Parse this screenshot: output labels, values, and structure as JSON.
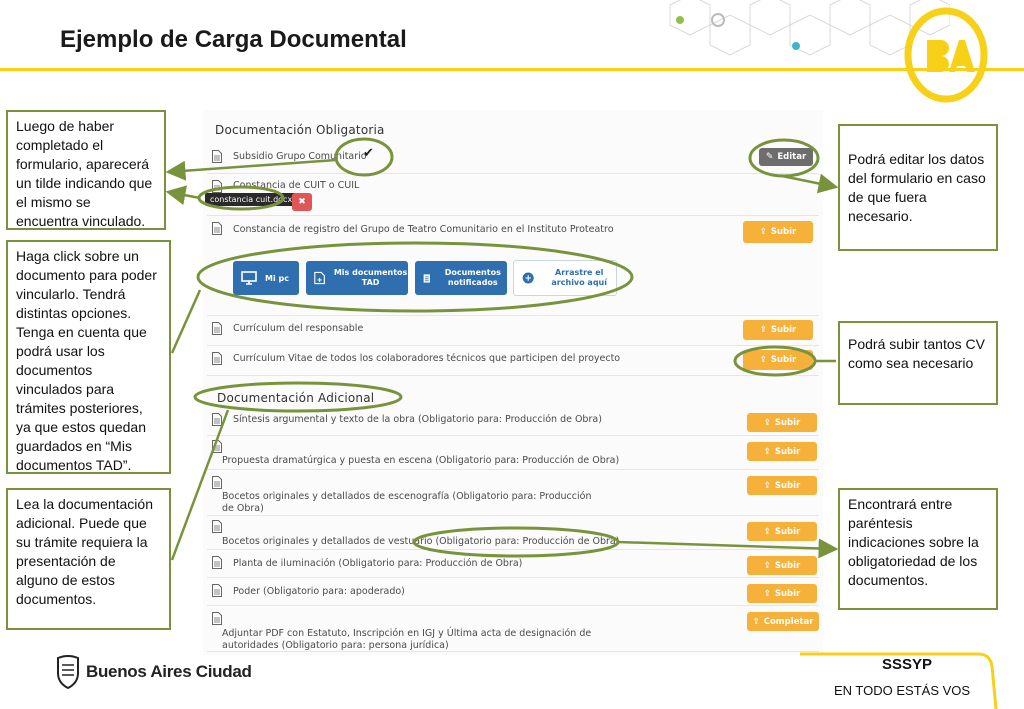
{
  "slide": {
    "title": "Ejemplo de Carga Documental"
  },
  "app": {
    "mandatory_title": "Documentación Obligatoria",
    "additional_title": "Documentación Adicional",
    "mandatory_docs": [
      {
        "label": "Subsidio Grupo Comunitario",
        "button": "Editar",
        "checked": "✔"
      },
      {
        "label": "Constancia de CUIT o CUIL",
        "attached_file": "constancia cuit.docx"
      },
      {
        "label": "Constancia de registro del Grupo de Teatro Comunitario en el Instituto Proteatro",
        "button": "Subir"
      },
      {
        "label": "Currículum del responsable",
        "button": "Subir"
      },
      {
        "label": "Currículum Vitae de todos los colaboradores técnicos que participen del proyecto",
        "button": "Subir"
      }
    ],
    "upload_options": [
      {
        "label": "Mi pc",
        "icon": "monitor-icon"
      },
      {
        "label": "Mis documentos TAD",
        "icon": "file-add-icon"
      },
      {
        "label": "Documentos notificados",
        "icon": "document-icon"
      },
      {
        "label": "Arrastre el archivo aquí",
        "icon": "plus-circle-icon"
      }
    ],
    "additional_docs": [
      {
        "label": "Síntesis argumental y texto de la obra (Obligatorio para: Producción de Obra)",
        "button": "Subir"
      },
      {
        "label": "Propuesta dramatúrgica y puesta en escena (Obligatorio para: Producción de Obra)",
        "button": "Subir"
      },
      {
        "label": "Bocetos originales y detallados de escenografía (Obligatorio para: Producción de Obra)",
        "button": "Subir"
      },
      {
        "label": "Bocetos originales y detallados de vestuario (Obligatorio para: Producción de Obra)",
        "button": "Subir"
      },
      {
        "label": "Planta de iluminación (Obligatorio para: Producción de Obra)",
        "button": "Subir"
      },
      {
        "label": "Poder (Obligatorio para: apoderado)",
        "button": "Subir"
      },
      {
        "label": "Adjuntar PDF con Estatuto, Inscripción en IGJ y Última acta de designación de autoridades (Obligatorio para: persona jurídica)",
        "button": "Completar"
      }
    ]
  },
  "callouts": {
    "tilde": "Luego de haber completado el formulario, aparecerá un tilde indicando que el mismo se encuentra vinculado.",
    "click_doc": "Haga click sobre un documento para poder vincularlo. Tendrá distintas opciones. Tenga en cuenta que podrá usar los documentos vinculados para trámites posteriores, ya que estos quedan guardados en “Mis documentos TAD”.",
    "additional": "Lea la documentación adicional. Puede que su trámite requiera  la presentación de alguno de estos documentos.",
    "edit": "Podrá editar los datos del formulario en caso de que fuera necesario.",
    "cv": "Podrá subir tantos CV como sea necesario",
    "parenthesis": "Encontrará entre paréntesis indicaciones sobre la obligatoriedad de los documentos."
  },
  "footer": {
    "logo_text": "Buenos Aires Ciudad",
    "org": "SSSYP",
    "tagline": "EN TODO ESTÁS VOS"
  },
  "colors": {
    "accent_yellow": "#f7d117",
    "callout_green": "#79933c",
    "button_orange": "#f5b13a",
    "button_blue": "#2f6fb0"
  }
}
